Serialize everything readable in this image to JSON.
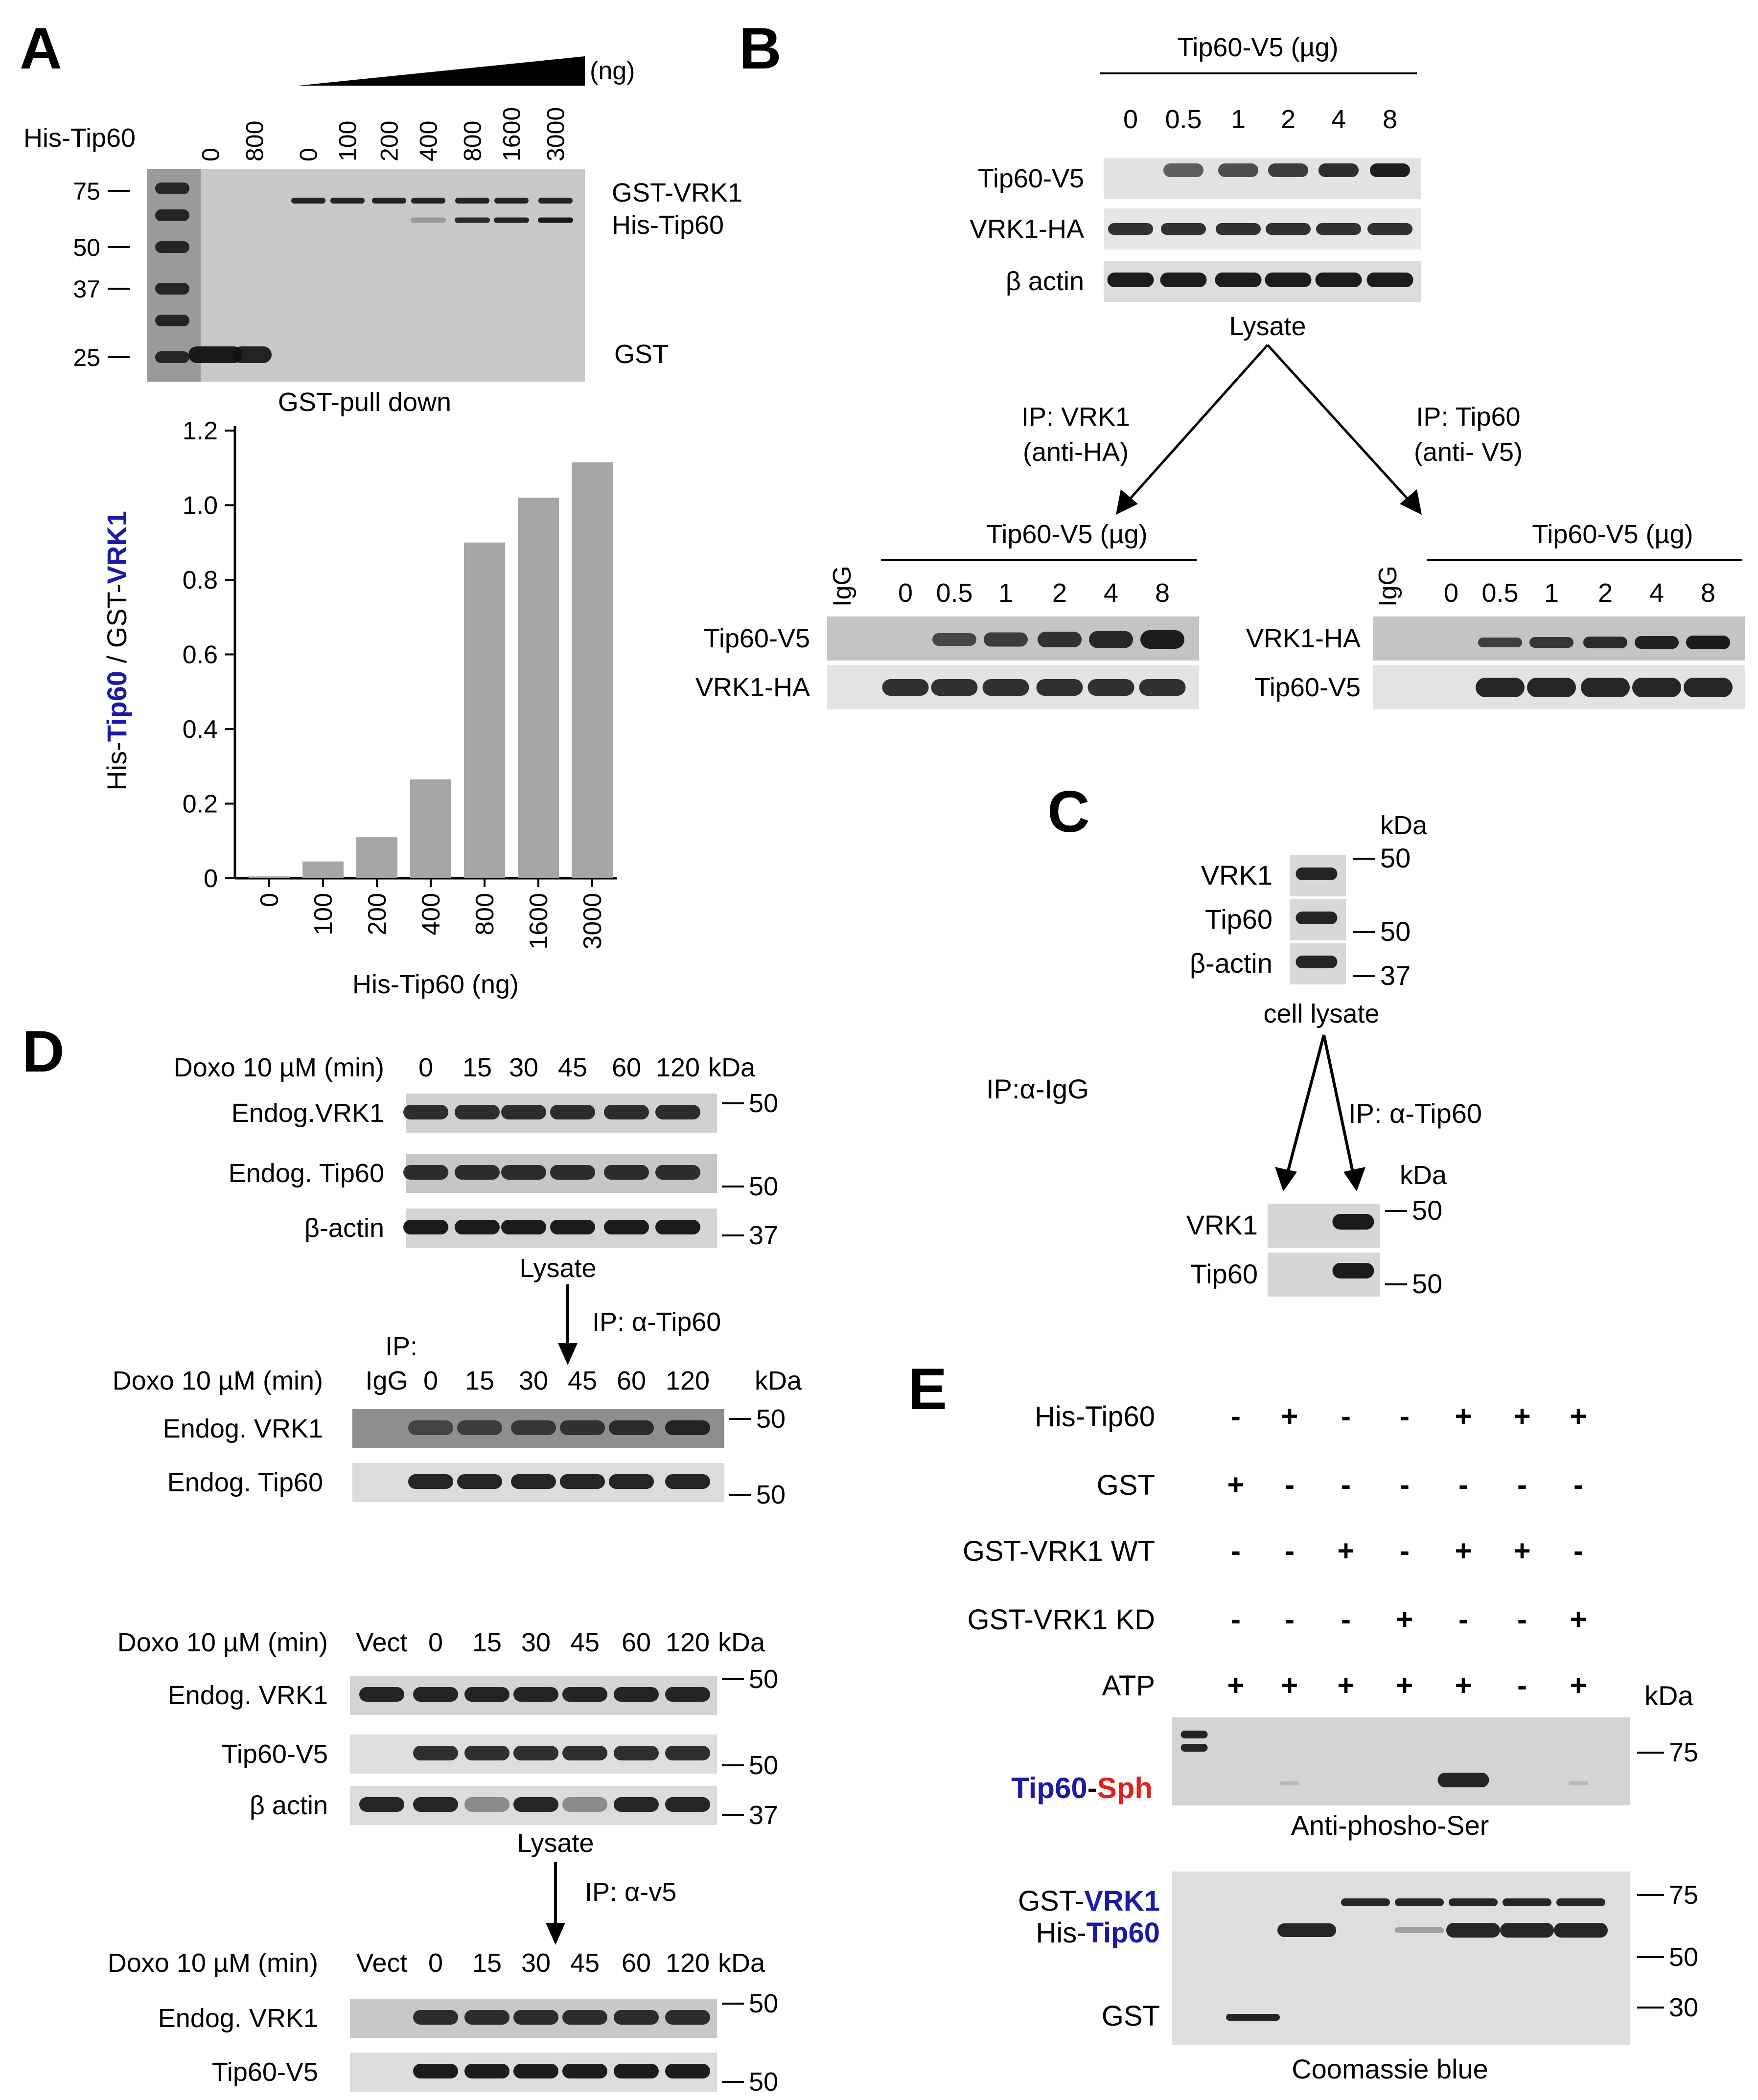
{
  "panels": {
    "A": {
      "label": "A",
      "unit": "(ng)",
      "row_label": "His-Tip60",
      "lanes": [
        "0",
        "800",
        "0",
        "100",
        "200",
        "400",
        "800",
        "1600",
        "3000"
      ],
      "markers": [
        "75",
        "50",
        "37",
        "25"
      ],
      "band_labels": [
        "GST-VRK1",
        "His-Tip60",
        "GST"
      ],
      "caption": "GST-pull down"
    },
    "B": {
      "label": "B",
      "lysate": {
        "header": "Tip60-V5 (µg)",
        "doses": [
          "0",
          "0.5",
          "1",
          "2",
          "4",
          "8"
        ],
        "rows": [
          "Tip60-V5",
          "VRK1-HA",
          "β actin"
        ],
        "caption": "Lysate"
      },
      "ip_left": {
        "arrow_label_1": "IP: VRK1",
        "arrow_label_2": "(anti-HA)",
        "header": "Tip60-V5 (µg)",
        "lanes": [
          "IgG",
          "0",
          "0.5",
          "1",
          "2",
          "4",
          "8"
        ],
        "rows": [
          "Tip60-V5",
          "VRK1-HA"
        ]
      },
      "ip_right": {
        "arrow_label_1": "IP: Tip60",
        "arrow_label_2": "(anti- V5)",
        "header": "Tip60-V5 (µg)",
        "lanes": [
          "IgG",
          "0",
          "0.5",
          "1",
          "2",
          "4",
          "8"
        ],
        "rows": [
          "VRK1-HA",
          "Tip60-V5"
        ]
      }
    },
    "C": {
      "label": "C",
      "kda": "kDa",
      "lysate_rows": [
        "VRK1",
        "Tip60",
        "β-actin"
      ],
      "lysate_markers": [
        "50",
        "50",
        "37"
      ],
      "caption": "cell lysate",
      "ip_igg": "IP:α-IgG",
      "ip_tip60": "IP: α-Tip60",
      "ip_rows": [
        "VRK1",
        "Tip60"
      ],
      "ip_markers": [
        "50",
        "50"
      ]
    },
    "D": {
      "label": "D",
      "treatment": "Doxo 10 µM (min)",
      "kda": "kDa",
      "times": [
        "0",
        "15",
        "30",
        "45",
        "60",
        "120"
      ],
      "lysate1_rows": [
        "Endog.VRK1",
        "Endog. Tip60",
        "β-actin"
      ],
      "lysate1_markers": [
        "50",
        "50",
        "37"
      ],
      "lysate_caption": "Lysate",
      "ip1_label": "IP: α-Tip60",
      "ip_prefix": "IP:",
      "igg": "IgG",
      "ip1_rows": [
        "Endog. VRK1",
        "Endog. Tip60"
      ],
      "ip1_markers": [
        "50",
        "50"
      ],
      "vect": "Vect",
      "lysate2_rows": [
        "Endog. VRK1",
        "Tip60-V5",
        "β actin"
      ],
      "lysate2_markers": [
        "50",
        "50",
        "37"
      ],
      "ip2_label": "IP: α-v5",
      "ip2_rows": [
        "Endog. VRK1",
        "Tip60-V5"
      ],
      "ip2_markers": [
        "50",
        "50"
      ]
    },
    "E": {
      "label": "E",
      "kda": "kDa",
      "rows": [
        {
          "name": "His-Tip60",
          "signs": [
            "-",
            "+",
            "-",
            "-",
            "+",
            "+",
            "+"
          ]
        },
        {
          "name": "GST",
          "signs": [
            "+",
            "-",
            "-",
            "-",
            "-",
            "-",
            "-"
          ]
        },
        {
          "name": "GST-VRK1 WT",
          "signs": [
            "-",
            "-",
            "+",
            "-",
            "+",
            "+",
            "-"
          ]
        },
        {
          "name": "GST-VRK1 KD",
          "signs": [
            "-",
            "-",
            "-",
            "+",
            "-",
            "-",
            "+"
          ]
        },
        {
          "name": "ATP",
          "signs": [
            "+",
            "+",
            "+",
            "+",
            "+",
            "-",
            "+"
          ]
        }
      ],
      "phospho_label_a": "Tip60",
      "phospho_label_sep": "-",
      "phospho_label_b": "Sph",
      "phospho_caption": "Anti-phosho-Ser",
      "phospho_marker": "75",
      "coom_label_1a": "GST-",
      "coom_label_1b": "VRK1",
      "coom_label_2a": "His-",
      "coom_label_2b": "Tip60",
      "coom_label_3": "GST",
      "coom_markers": [
        "75",
        "50",
        "30"
      ],
      "coom_caption": "Coomassie blue",
      "colors": {
        "blue": "#1a1aa6",
        "red": "#e0201b"
      }
    }
  },
  "chart_data": {
    "type": "bar",
    "categories": [
      "0",
      "100",
      "200",
      "400",
      "800",
      "1600",
      "3000"
    ],
    "values": [
      0.005,
      0.045,
      0.11,
      0.265,
      0.9,
      1.02,
      1.115
    ],
    "xlabel": "His-Tip60 (ng)",
    "ylabel_parts": [
      "His-",
      "Tip60",
      " / GST-",
      "VRK1"
    ],
    "ylim": [
      0,
      1.2
    ],
    "yticks": [
      "0",
      "0.2",
      "0.4",
      "0.6",
      "0.8",
      "1.0",
      "1.2"
    ],
    "bar_color": "#a6a6a6",
    "label_color": "#1a1aa6"
  }
}
